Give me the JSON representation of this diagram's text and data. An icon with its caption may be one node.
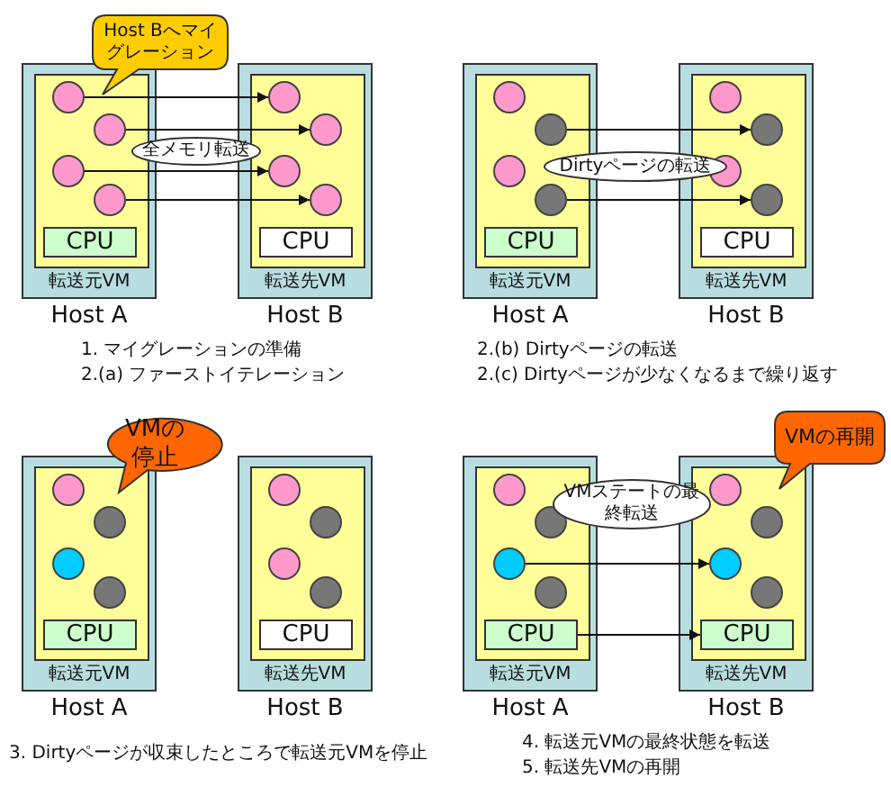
{
  "diagram": {
    "nodes": [
      {
        "text": [
          "Host Bへマイグレーション"
        ]
      },
      {
        "text": [
          "転送元VM"
        ],
        "beside": [
          "Host A"
        ]
      },
      {
        "text": [],
        "shape": "circle",
        "in": 1
      },
      {
        "text": [],
        "shape": "circle",
        "in": 1
      },
      {
        "text": [],
        "shape": "circle",
        "in": 1
      },
      {
        "text": [],
        "shape": "circle",
        "in": 1
      },
      {
        "text": [
          "CPU"
        ],
        "in": 1
      },
      {
        "text": [
          "転送先VM"
        ],
        "beside": [
          "Host B"
        ]
      },
      {
        "text": [],
        "shape": "circle",
        "in": 7
      },
      {
        "text": [],
        "shape": "circle",
        "in": 7
      },
      {
        "text": [],
        "shape": "circle",
        "in": 7
      },
      {
        "text": [],
        "shape": "circle",
        "in": 7
      },
      {
        "text": [
          "CPU"
        ],
        "in": 7
      },
      {
        "text": [
          "全メモリ転送"
        ]
      },
      {
        "text": [
          "転送元VM"
        ],
        "beside": [
          "Host A"
        ]
      },
      {
        "text": [],
        "shape": "circle",
        "in": 14
      },
      {
        "text": [],
        "shape": "circle",
        "in": 14
      },
      {
        "text": [],
        "shape": "circle",
        "in": 14
      },
      {
        "text": [],
        "shape": "circle",
        "in": 14
      },
      {
        "text": [
          "CPU"
        ],
        "in": 14
      },
      {
        "text": [
          "転送先VM"
        ],
        "beside": [
          "Host B"
        ]
      },
      {
        "text": [],
        "shape": "circle",
        "in": 20
      },
      {
        "text": [],
        "shape": "circle",
        "in": 20
      },
      {
        "text": [],
        "shape": "circle",
        "in": 20
      },
      {
        "text": [],
        "shape": "circle",
        "in": 20
      },
      {
        "text": [
          "CPU"
        ],
        "in": 20
      },
      {
        "text": [
          "Dirtyページの転送"
        ]
      },
      {
        "text": [
          "VMの停止"
        ]
      },
      {
        "text": [
          "転送元VM"
        ],
        "beside": [
          "Host A"
        ]
      },
      {
        "text": [],
        "shape": "circle",
        "in": 28
      },
      {
        "text": [],
        "shape": "circle",
        "in": 28
      },
      {
        "text": [],
        "shape": "circle",
        "in": 28
      },
      {
        "text": [],
        "shape": "circle",
        "in": 28
      },
      {
        "text": [
          "CPU"
        ],
        "in": 28
      },
      {
        "text": [
          "転送先VM"
        ],
        "beside": [
          "Host B"
        ]
      },
      {
        "text": [],
        "shape": "circle",
        "in": 34
      },
      {
        "text": [],
        "shape": "circle",
        "in": 34
      },
      {
        "text": [],
        "shape": "circle",
        "in": 34
      },
      {
        "text": [],
        "shape": "circle",
        "in": 34
      },
      {
        "text": [
          "CPU"
        ],
        "in": 34
      },
      {
        "text": [
          "転送元VM"
        ],
        "beside": [
          "Host A"
        ]
      },
      {
        "text": [],
        "shape": "circle",
        "in": 40
      },
      {
        "text": [],
        "shape": "circle",
        "in": 40
      },
      {
        "text": [],
        "shape": "circle",
        "in": 40
      },
      {
        "text": [],
        "shape": "circle",
        "in": 40
      },
      {
        "text": [
          "CPU"
        ],
        "in": 40
      },
      {
        "text": [
          "転送先VM"
        ],
        "beside": [
          "Host B"
        ]
      },
      {
        "text": [],
        "shape": "circle",
        "in": 46
      },
      {
        "text": [],
        "shape": "circle",
        "in": 46
      },
      {
        "text": [],
        "shape": "circle",
        "in": 46
      },
      {
        "text": [],
        "shape": "circle",
        "in": 46
      },
      {
        "text": [
          "CPU"
        ],
        "in": 46
      },
      {
        "text": [
          "VMステートの最終転送"
        ]
      },
      {
        "text": [
          "VMの再開"
        ]
      }
    ],
    "edges": [
      {
        "from": 2,
        "to": 8,
        "arrow": "to"
      },
      {
        "from": 3,
        "to": 9,
        "arrow": "to"
      },
      {
        "from": 4,
        "to": 10,
        "arrow": "to"
      },
      {
        "from": 5,
        "to": 11,
        "arrow": "to"
      },
      {
        "from": 16,
        "to": 22,
        "arrow": "to"
      },
      {
        "from": 18,
        "to": 24,
        "arrow": "to"
      },
      {
        "from": 43,
        "to": 49,
        "arrow": "to"
      },
      {
        "from": 45,
        "to": 51,
        "arrow": "to"
      }
    ],
    "labels": [
      "1. マイグレーションの準備",
      "2.(a) ファーストイテレーション",
      "2.(b) Dirtyページの転送",
      "2.(c) Dirtyページが少なくなるまで繰り返す",
      "3. Dirtyページが収束したところで転送元VMを停止",
      "4. 転送元VMの最終状態を転送",
      "5. 転送先VMの再開"
    ]
  }
}
